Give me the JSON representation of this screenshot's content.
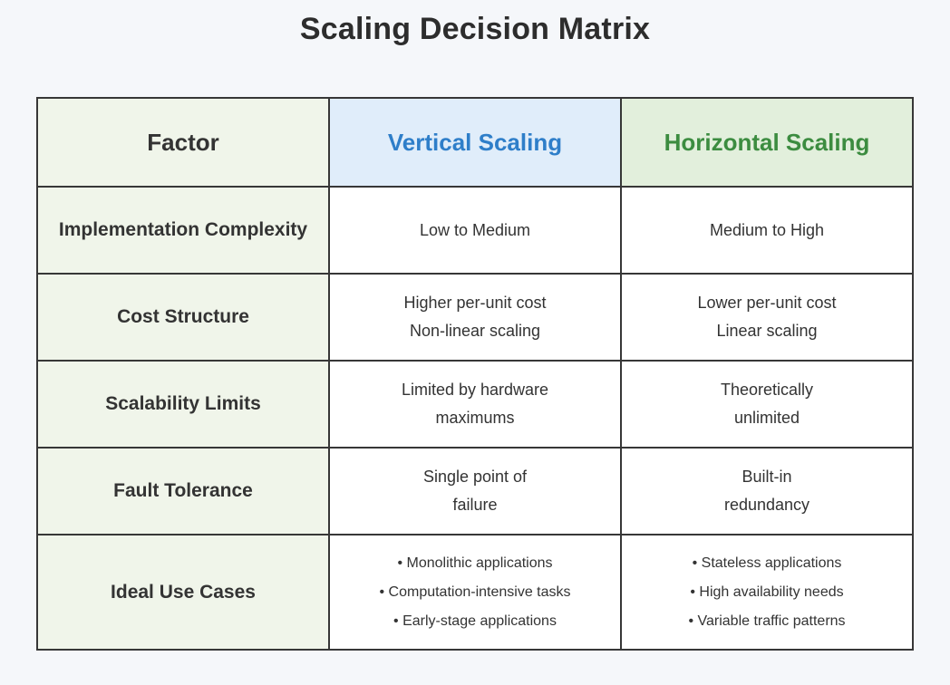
{
  "page": {
    "title": "Scaling Decision Matrix"
  },
  "colors": {
    "page_bg": "#f5f7fa",
    "border": "#373737",
    "text": "#333333",
    "factor_bg": "#f0f5ea",
    "vertical_bg": "#e0edfa",
    "vertical_text": "#2e7ec9",
    "horizontal_bg": "#e2efdc",
    "horizontal_text": "#3c8c40",
    "cell_bg": "#ffffff"
  },
  "chart_data": {
    "type": "table",
    "title": "Scaling Decision Matrix",
    "columns": [
      "Factor",
      "Vertical Scaling",
      "Horizontal Scaling"
    ],
    "rows": [
      {
        "factor": "Implementation Complexity",
        "vertical": [
          "Low to Medium"
        ],
        "horizontal": [
          "Medium to High"
        ]
      },
      {
        "factor": "Cost Structure",
        "vertical": [
          "Higher per-unit cost",
          "Non-linear scaling"
        ],
        "horizontal": [
          "Lower per-unit cost",
          "Linear scaling"
        ]
      },
      {
        "factor": "Scalability Limits",
        "vertical": [
          "Limited by hardware",
          "maximums"
        ],
        "horizontal": [
          "Theoretically",
          "unlimited"
        ]
      },
      {
        "factor": "Fault Tolerance",
        "vertical": [
          "Single point of",
          "failure"
        ],
        "horizontal": [
          "Built-in",
          "redundancy"
        ]
      },
      {
        "factor": "Ideal Use Cases",
        "vertical_bullets": [
          "Monolithic applications",
          "Computation-intensive tasks",
          "Early-stage applications"
        ],
        "horizontal_bullets": [
          "Stateless applications",
          "High availability needs",
          "Variable traffic patterns"
        ]
      }
    ]
  }
}
